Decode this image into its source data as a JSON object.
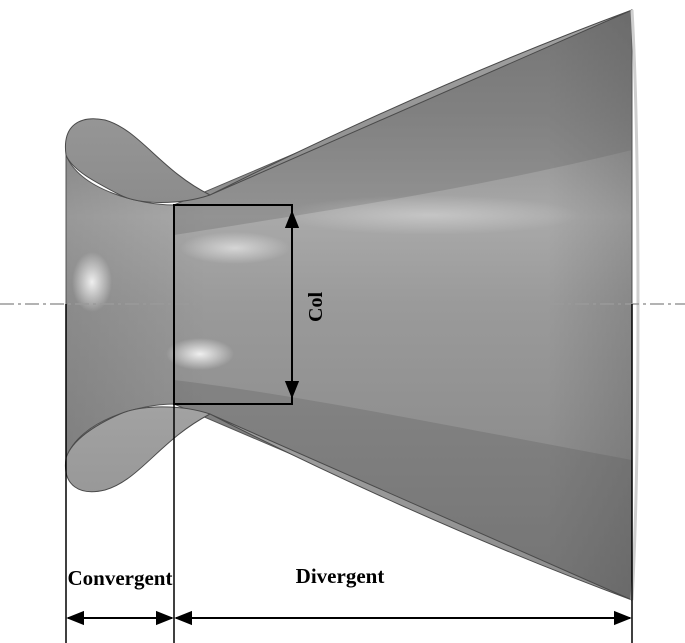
{
  "labels": {
    "throat": "Col",
    "convergent": "Convergent",
    "divergent": "Divergent"
  },
  "colors": {
    "background": "#ffffff",
    "surface_dark": "#6f6f6f",
    "surface_mid": "#939393",
    "surface_light": "#bdbdbd",
    "highlight": "#f2f2f2",
    "lip_face": "#9c9c9c",
    "outline": "#000000",
    "axis_line": "#9a9a9a"
  }
}
